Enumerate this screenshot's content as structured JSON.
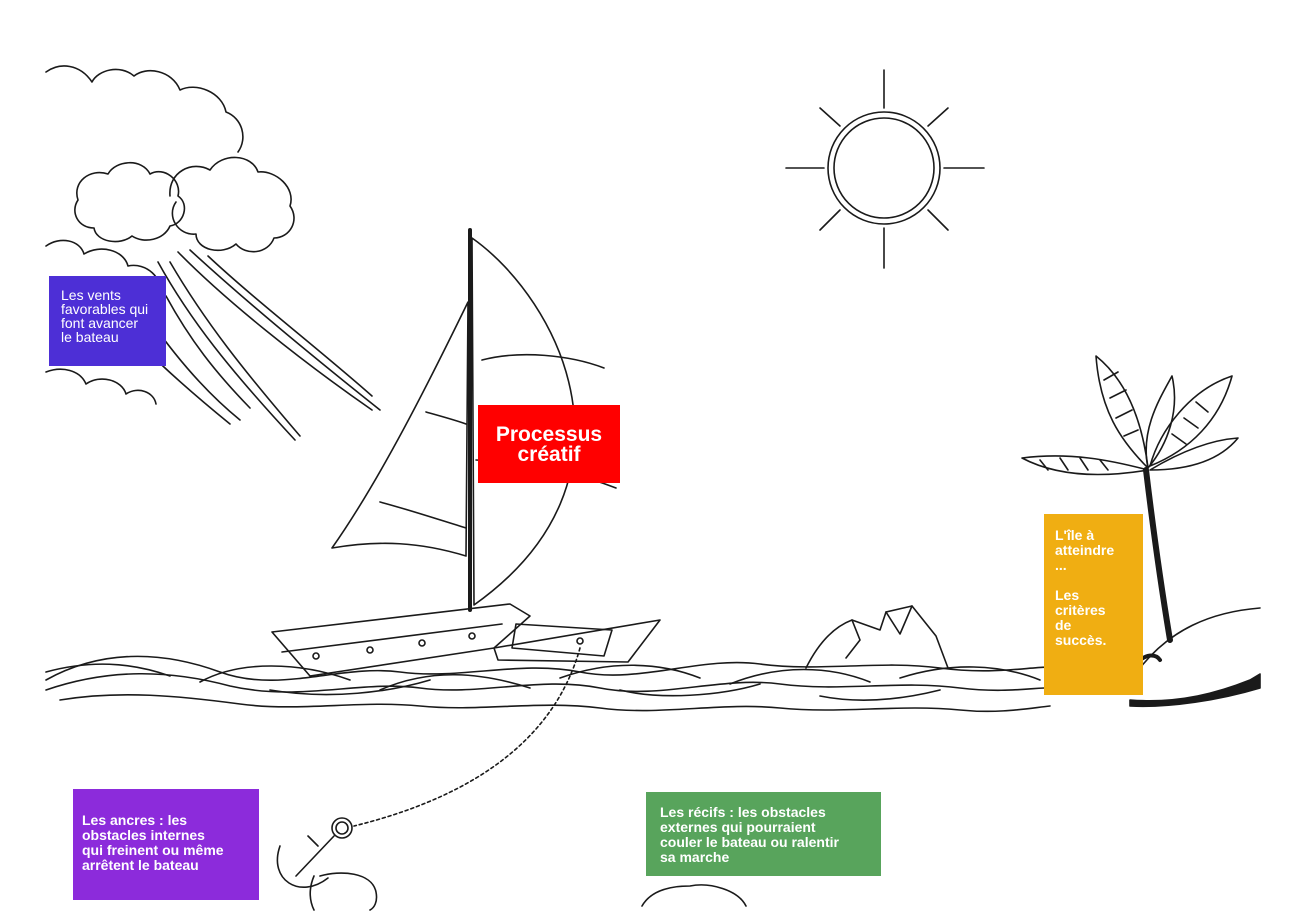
{
  "notes": {
    "winds": [
      "Les vents",
      "favorables qui",
      "font avancer",
      "le bateau"
    ],
    "center": [
      "Processus",
      "créatif"
    ],
    "island_a": [
      "L'île à",
      "atteindre",
      "..."
    ],
    "island_b": [
      "Les",
      "critères",
      "de",
      "succès."
    ],
    "anchors": [
      "Les ancres : les",
      "obstacles internes",
      "qui freinent ou même",
      "arrêtent le bateau"
    ],
    "reefs": [
      "Les récifs : les obstacles",
      "externes qui pourraient",
      "couler le bateau ou ralentir",
      "sa marche"
    ]
  },
  "colors": {
    "winds": "#4d2fd6",
    "center": "#ff0000",
    "island": "#f0ae12",
    "anchors": "#8c2bdb",
    "reefs": "#58a45c",
    "ink": "#1a1a1a"
  },
  "icons": [
    "cloud-icon",
    "wind-icon",
    "sun-icon",
    "sailboat-icon",
    "palm-tree-icon",
    "island-icon",
    "rock-icon",
    "anchor-icon",
    "wave-icon"
  ]
}
